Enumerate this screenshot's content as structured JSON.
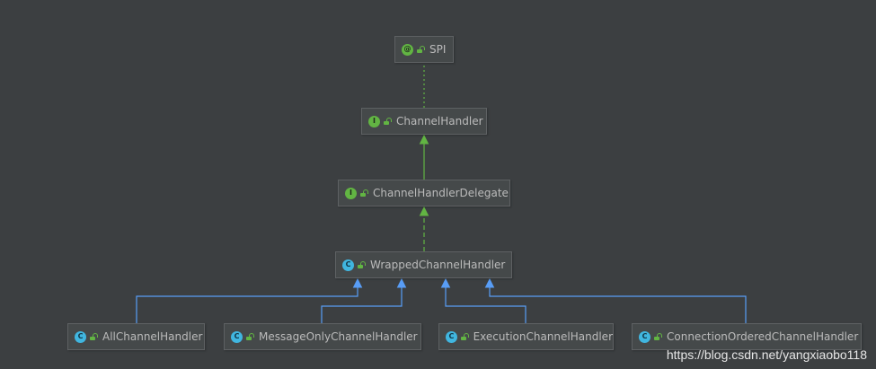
{
  "nodes": {
    "spi": {
      "label": "SPI",
      "kind": "annotation",
      "badge": "@"
    },
    "channel_handler": {
      "label": "ChannelHandler",
      "kind": "interface",
      "badge": "I"
    },
    "channel_handler_delegate": {
      "label": "ChannelHandlerDelegate",
      "kind": "interface",
      "badge": "I"
    },
    "wrapped_channel_handler": {
      "label": "WrappedChannelHandler",
      "kind": "class",
      "badge": "C"
    },
    "all_channel_handler": {
      "label": "AllChannelHandler",
      "kind": "class",
      "badge": "C"
    },
    "message_only_channel_handler": {
      "label": "MessageOnlyChannelHandler",
      "kind": "class",
      "badge": "C"
    },
    "execution_channel_handler": {
      "label": "ExecutionChannelHandler",
      "kind": "class",
      "badge": "C"
    },
    "connection_ordered_channel_handler": {
      "label": "ConnectionOrderedChannelHandler",
      "kind": "class",
      "badge": "C"
    }
  },
  "edges": [
    {
      "from": "channel_handler",
      "to": "spi",
      "type": "annotation-use"
    },
    {
      "from": "channel_handler_delegate",
      "to": "channel_handler",
      "type": "extends"
    },
    {
      "from": "wrapped_channel_handler",
      "to": "channel_handler_delegate",
      "type": "implements"
    },
    {
      "from": "all_channel_handler",
      "to": "wrapped_channel_handler",
      "type": "extends"
    },
    {
      "from": "message_only_channel_handler",
      "to": "wrapped_channel_handler",
      "type": "extends"
    },
    {
      "from": "execution_channel_handler",
      "to": "wrapped_channel_handler",
      "type": "extends"
    },
    {
      "from": "connection_ordered_channel_handler",
      "to": "wrapped_channel_handler",
      "type": "extends"
    }
  ],
  "colors": {
    "background": "#3c3f41",
    "interface_edge": "#62b543",
    "class_edge": "#589df6",
    "annotation_edge": "#62b543"
  },
  "watermark": "https://blog.csdn.net/yangxiaobo118"
}
